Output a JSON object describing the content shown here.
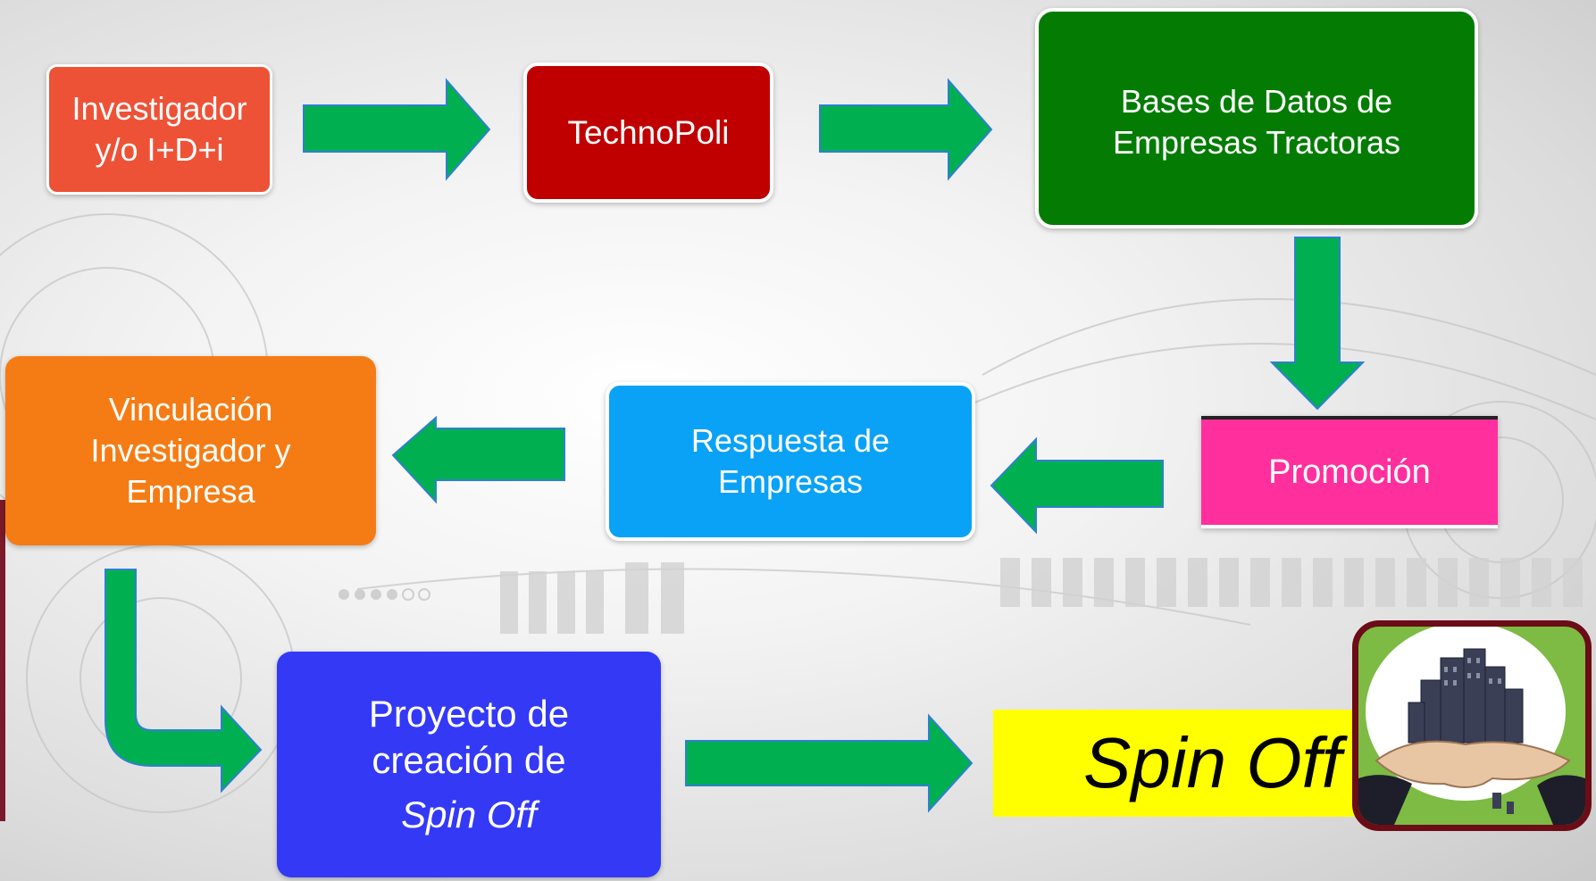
{
  "nodes": {
    "investigador": {
      "line1": "Investigador",
      "line2": "y/o I+D+i",
      "color": "#ee5236"
    },
    "technopoli": {
      "label": "TechnoPoli",
      "color": "#c00000"
    },
    "bases": {
      "line1": "Bases de Datos de",
      "line2": "Empresas Tractoras",
      "color": "#047c04"
    },
    "promocion": {
      "label": "Promoción",
      "color": "#ff2f9e"
    },
    "respuesta": {
      "line1": "Respuesta de",
      "line2": "Empresas",
      "color": "#0aa2f6"
    },
    "vinculacion": {
      "line1": "Vinculación",
      "line2": "Investigador y",
      "line3": "Empresa",
      "color": "#f57c14"
    },
    "proyecto": {
      "line1": "Proyecto de",
      "line2": "creación de",
      "line3": "Spin Off",
      "color": "#3439f6"
    },
    "spinoff": {
      "label": "Spin Off",
      "color": "#ffff00"
    }
  },
  "arrow_color": "#00b050",
  "arrow_outline": "#2f7fd4",
  "image": {
    "icon": "hands-holding-city-icon",
    "frame_color": "#6b0c16"
  }
}
